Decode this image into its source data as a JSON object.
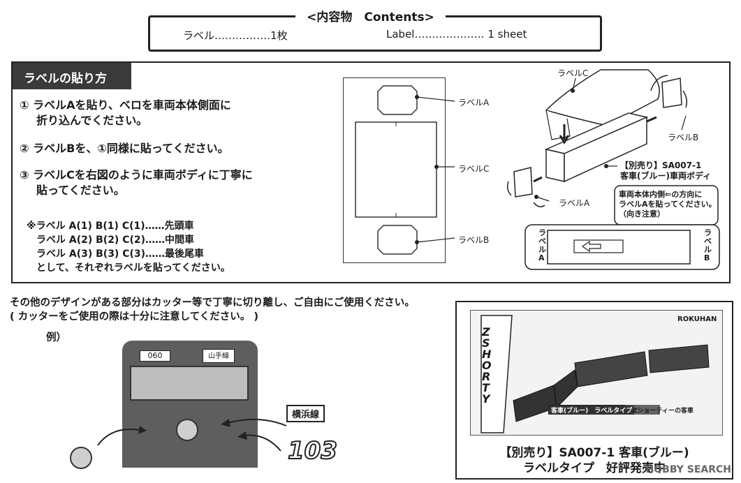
{
  "contents": {
    "title": "<内容物　Contents>",
    "jp_item": "ラベル‥‥‥‥‥‥‥‥1枚",
    "en_item": "Label‥‥‥‥‥‥‥‥‥‥ 1 sheet"
  },
  "howto": {
    "title": "ラベルの貼り方",
    "step1_line1": "① ラベルAを貼り、ベロを車両本体側面に",
    "step1_line2": "折り込んでください。",
    "step2": "② ラベルBを、①同様に貼ってください。",
    "step3_line1": "③ ラベルCを右図のように車両ボディに丁寧に",
    "step3_line2": "貼ってください。",
    "note1": "※ラベル A(1) B(1) C(1)‥‥‥先頭車",
    "note2": "ラベル A(2) B(2) C(2)‥‥‥中間車",
    "note3": "ラベル A(3) B(3) C(3)‥‥‥最後尾車",
    "note4": "として、それぞれラベルを貼ってください。"
  },
  "sheet": {
    "label_a": "ラベルA",
    "label_c": "ラベルC",
    "label_b": "ラベルB"
  },
  "assembly": {
    "label_c": "ラベルC",
    "label_b": "ラベルB",
    "label_a": "ラベルA",
    "body_line1": "【別売り】SA007-1",
    "body_line2": "客車(ブルー)車両ボディ",
    "inner_line1": "車両本体内側⇐の方向に",
    "inner_line2": "ラベルAを貼ってください。",
    "inner_line3": "（向き注意）",
    "side_left": "ラベルA",
    "side_right": "ラベルB"
  },
  "bottom": {
    "line1": "その他のデザインがある部分はカッター等で丁寧に切り離し、ご自由にご使用ください。",
    "line2": "( カッターをご使用の際は十分に注意してください。 )",
    "example": "例）",
    "yokohama": "横浜線",
    "number": "103",
    "destination": "山手線",
    "train_no": "060"
  },
  "product": {
    "brand": "ROKUHAN",
    "series": "Z SHORTY",
    "box_item": "客車(ブルー)　ラベルタイプ",
    "box_tag": "Zショーティーの客車",
    "line1": "【別売り】SA007-1 客車(ブルー)",
    "line2": "ラベルタイプ　好評発売中"
  },
  "watermark": "HOBBY SEARCH"
}
